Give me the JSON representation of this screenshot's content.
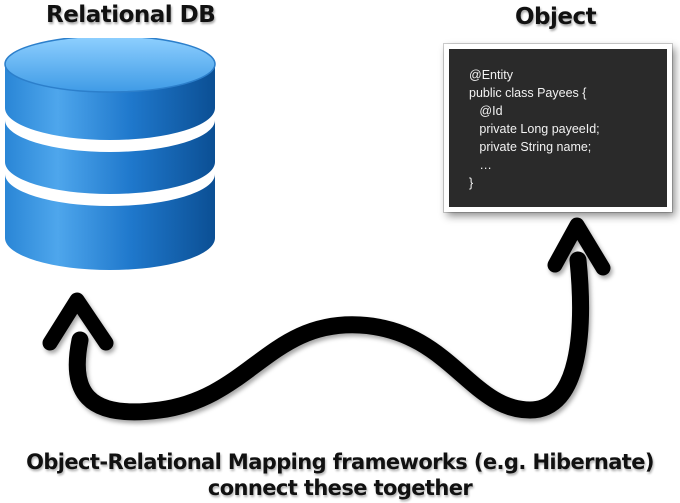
{
  "left": {
    "title": "Relational DB",
    "icon": "database-icon"
  },
  "right": {
    "title": "Object",
    "code_lines": [
      "@Entity",
      "public class Payees {",
      "   @Id",
      "   private Long payeeId;",
      "   private String name;",
      "   …",
      "}"
    ]
  },
  "connector": {
    "icon": "double-headed-curved-arrow-icon"
  },
  "caption": {
    "line1": "Object-Relational Mapping frameworks (e.g. Hibernate)",
    "line2": "connect these together"
  },
  "colors": {
    "db_blue_light": "#5fb0ef",
    "db_blue_dark": "#0a5fae",
    "panel_bg": "#2a2a2a",
    "arrow": "#000000",
    "text": "#111111"
  }
}
